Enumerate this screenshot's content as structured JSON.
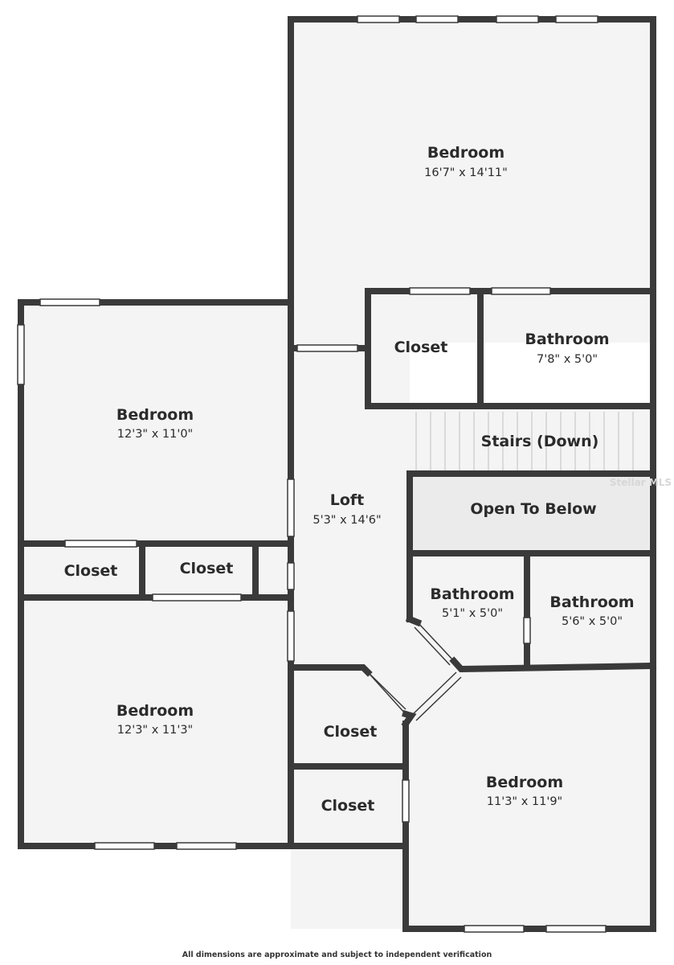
{
  "rooms": {
    "bedroom_top": {
      "name": "Bedroom",
      "dims": "16'7\" x 14'11\""
    },
    "bedroom_left": {
      "name": "Bedroom",
      "dims": "12'3\" x 11'0\""
    },
    "bedroom_bottom_left": {
      "name": "Bedroom",
      "dims": "12'3\" x 11'3\""
    },
    "bedroom_bottom_right": {
      "name": "Bedroom",
      "dims": "11'3\" x 11'9\""
    },
    "closet_top": {
      "name": "Closet"
    },
    "bathroom_top": {
      "name": "Bathroom",
      "dims": "7'8\" x 5'0\""
    },
    "stairs": {
      "name": "Stairs (Down)"
    },
    "open_to_below": {
      "name": "Open To Below"
    },
    "loft": {
      "name": "Loft",
      "dims": "5'3\" x 14'6\""
    },
    "closet_left_1": {
      "name": "Closet"
    },
    "closet_left_2": {
      "name": "Closet"
    },
    "bathroom_mid_1": {
      "name": "Bathroom",
      "dims": "5'1\" x 5'0\""
    },
    "bathroom_mid_2": {
      "name": "Bathroom",
      "dims": "5'6\" x 5'0\""
    },
    "closet_center_1": {
      "name": "Closet"
    },
    "closet_center_2": {
      "name": "Closet"
    }
  },
  "watermark": "Stellar MLS",
  "footer": "All dimensions are approximate and subject to independent verification",
  "colors": {
    "wall": "#3a3a3a",
    "floor": "#f4f4f4",
    "open_area": "#eaeaea",
    "window": "#ffffff"
  }
}
